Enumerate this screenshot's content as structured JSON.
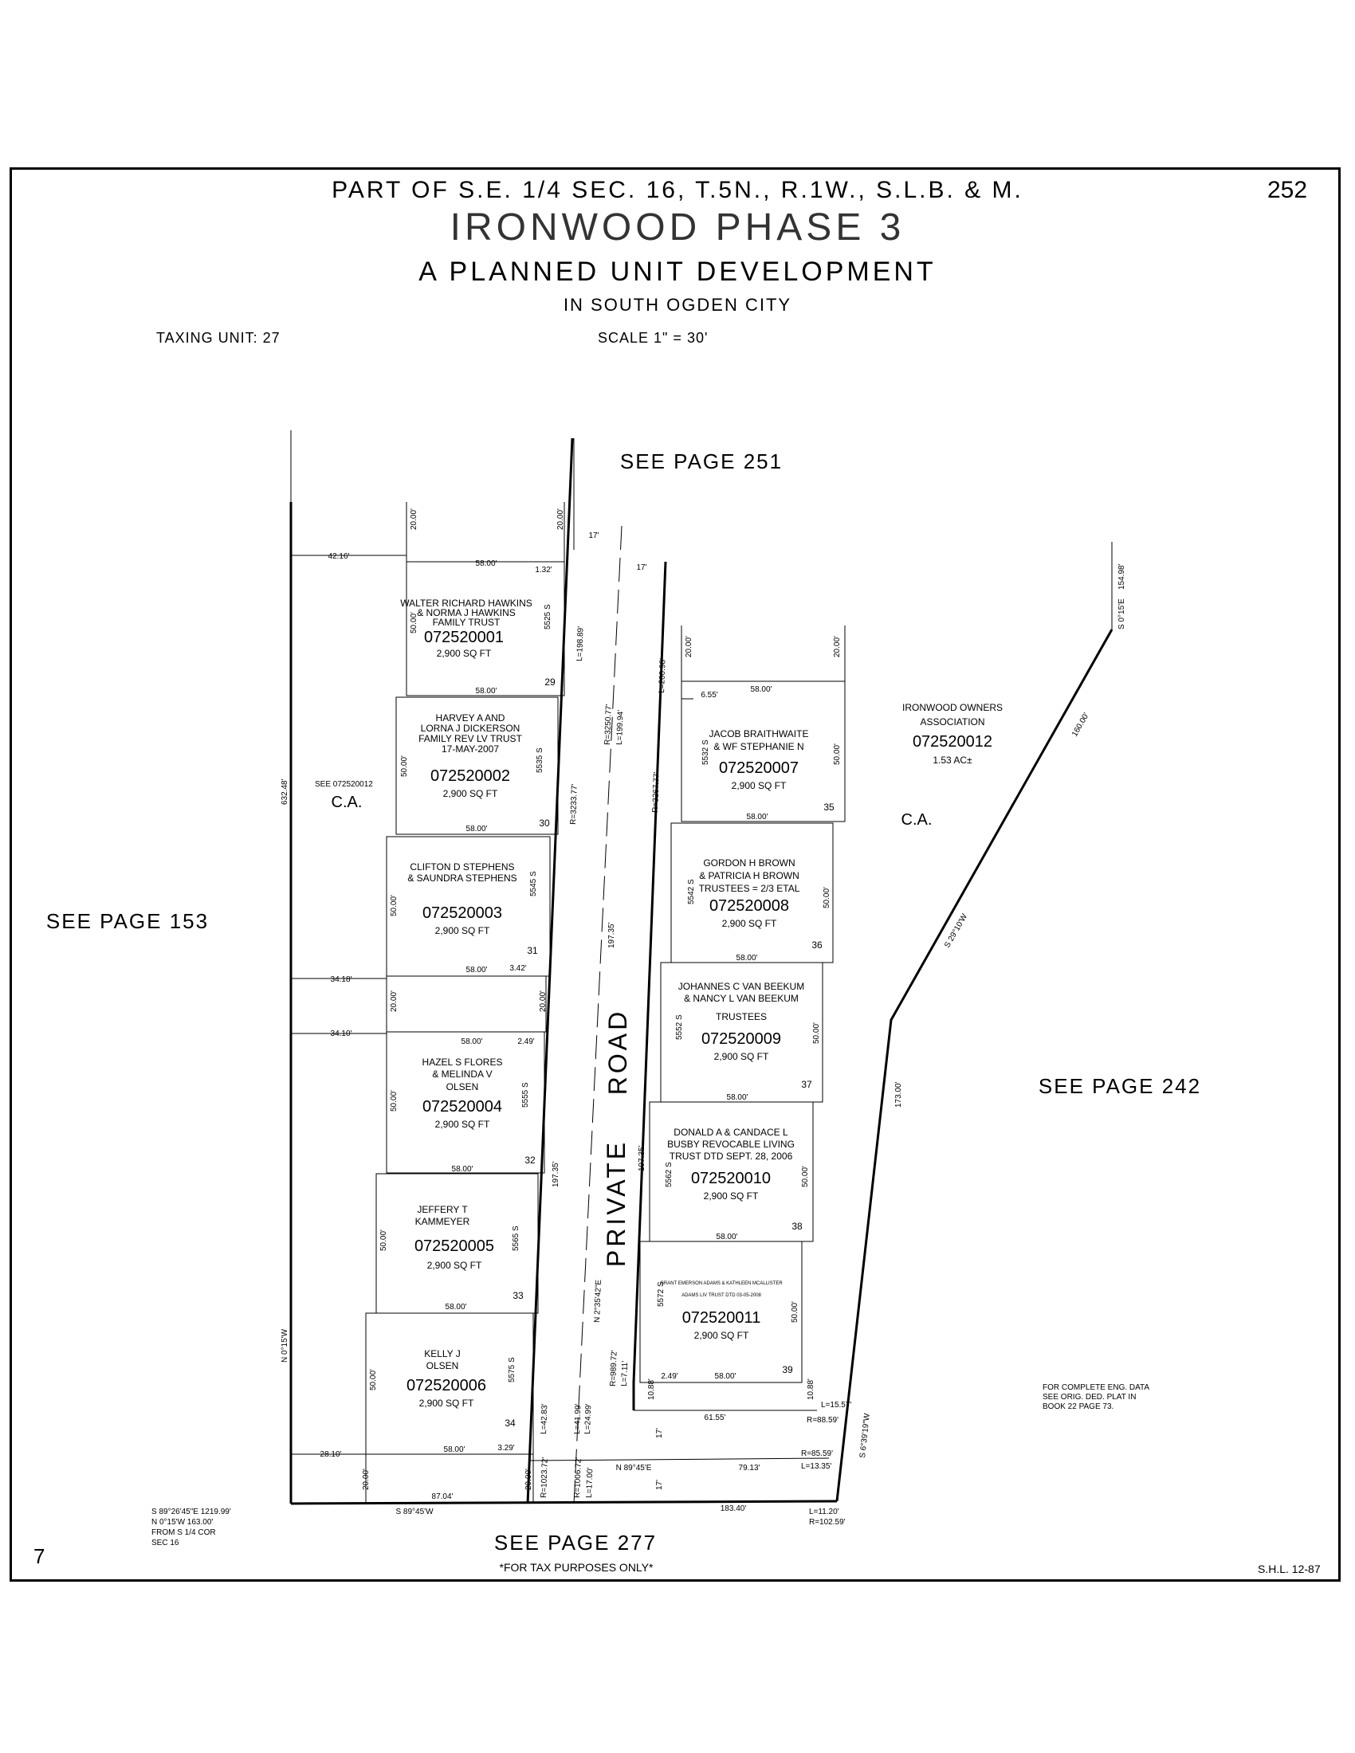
{
  "header": {
    "line1": "PART OF S.E. 1/4 SEC. 16, T.5N., R.1W., S.L.B. & M.",
    "line2": "IRONWOOD PHASE 3",
    "line3": "A PLANNED UNIT DEVELOPMENT",
    "line4": "IN SOUTH OGDEN CITY",
    "page_number": "252",
    "taxing_unit": "TAXING UNIT: 27",
    "scale": "SCALE 1\" = 30'"
  },
  "references": {
    "top": "SEE PAGE 251",
    "left": "SEE PAGE 153",
    "right": "SEE PAGE 242",
    "bottom": "SEE PAGE 277"
  },
  "road": {
    "word1": "PRIVATE",
    "word2": "ROAD"
  },
  "lots": [
    {
      "num": "29",
      "owner": [
        "WALTER RICHARD HAWKINS",
        "& NORMA J HAWKINS",
        "FAMILY TRUST"
      ],
      "parcel": "072520001",
      "area": "2,900 SQ FT",
      "address": "5525 S"
    },
    {
      "num": "30",
      "owner": [
        "HARVEY A AND",
        "LORNA J DICKERSON",
        "FAMILY REV LV TRUST",
        "17-MAY-2007"
      ],
      "parcel": "072520002",
      "area": "2,900 SQ FT",
      "address": "5535 S"
    },
    {
      "num": "31",
      "owner": [
        "CLIFTON D STEPHENS",
        "& SAUNDRA STEPHENS"
      ],
      "parcel": "072520003",
      "area": "2,900 SQ FT",
      "address": "5545 S"
    },
    {
      "num": "32",
      "owner": [
        "HAZEL S FLORES",
        "& MELINDA V",
        "OLSEN"
      ],
      "parcel": "072520004",
      "area": "2,900 SQ FT",
      "address": "5555 S"
    },
    {
      "num": "33",
      "owner": [
        "JEFFERY T",
        "KAMMEYER"
      ],
      "parcel": "072520005",
      "area": "2,900 SQ FT",
      "address": "5565 S"
    },
    {
      "num": "34",
      "owner": [
        "KELLY J",
        "OLSEN"
      ],
      "parcel": "072520006",
      "area": "2,900 SQ FT",
      "address": "5575 S"
    },
    {
      "num": "35",
      "owner": [
        "JACOB BRAITHWAITE",
        "& WF STEPHANIE N"
      ],
      "parcel": "072520007",
      "area": "2,900 SQ FT",
      "address": "5532 S"
    },
    {
      "num": "36",
      "owner": [
        "GORDON H BROWN",
        "& PATRICIA H BROWN",
        "TRUSTEES = 2/3 ETAL"
      ],
      "parcel": "072520008",
      "area": "2,900 SQ FT",
      "address": "5542 S"
    },
    {
      "num": "37",
      "owner": [
        "JOHANNES C VAN BEEKUM",
        "& NANCY L VAN BEEKUM",
        "TRUSTEES"
      ],
      "parcel": "072520009",
      "area": "2,900 SQ FT",
      "address": "5552 S"
    },
    {
      "num": "38",
      "owner": [
        "DONALD A & CANDACE L",
        "BUSBY REVOCABLE LIVING",
        "TRUST DTD SEPT. 28, 2006"
      ],
      "parcel": "072520010",
      "area": "2,900 SQ FT",
      "address": "5562 S"
    },
    {
      "num": "39",
      "owner": [
        "GRANT EMERSON ADAMS & KATHLEEN MCALLISTER",
        "ADAMS LIV TRUST DTD 03-05-2008"
      ],
      "parcel": "072520011",
      "area": "2,900 SQ FT",
      "address": "5572 S"
    }
  ],
  "common_area": {
    "owner1": "IRONWOOD OWNERS",
    "owner2": "ASSOCIATION",
    "parcel": "072520012",
    "area": "1.53 AC±",
    "ca_label": "C.A.",
    "see_note": "SEE 072520012"
  },
  "dimensions": {
    "lot_width": "58.00'",
    "lot_depth": "50.00'",
    "setback": "20.00'",
    "d_42_16": "42.16'",
    "d_1_32": "1.32'",
    "d_34_18": "34.18'",
    "d_34_10": "34.10'",
    "d_3_42": "3.42'",
    "d_2_49": "2.49'",
    "d_28_10": "28.10'",
    "d_3_29": "3.29'",
    "d_6_55": "6.55'",
    "d_17": "17'",
    "d_632_48": "632.48'",
    "d_87_04": "87.04'",
    "d_183_40": "183.40'",
    "d_79_13": "79.13'",
    "d_61_55": "61.55'",
    "d_10_88": "10.88'",
    "d_173_00": "173.00'",
    "d_160_00": "160.00'",
    "d_154_98": "154.98'",
    "d_197_35": "197.35'",
    "arc_198_89": "L=198.89'",
    "arc_3233_77": "R=3233.77'",
    "arc_3250_77": "R=3250.77'",
    "arc_199_94": "L=199.94'",
    "arc_200_98": "L=200.98'",
    "arc_3267_77": "R=3267.77'",
    "arc_42_83": "L=42.83'",
    "arc_1023_72": "R=1023.72'",
    "arc_41_99": "L=41.99'",
    "arc_24_99": "L=24.99'",
    "arc_1006_72": "R=1006.72'",
    "arc_17_00": "L=17.00'",
    "arc_989_72": "R=989.72'",
    "arc_7_11": "L=7.11'",
    "arc_15_57": "L=15.57'",
    "arc_88_59": "R=88.59'",
    "arc_85_59": "R=85.59'",
    "arc_13_35": "L=13.35'",
    "arc_11_20": "L=11.20'",
    "arc_102_59": "R=102.59'",
    "bear_n_215": "N 0°15'W",
    "bear_s_215": "S 0°15'E",
    "bear_s_29": "S 29°10'W",
    "bear_s_6": "S 6°39'19\"W",
    "bear_s_89_45": "S 89°45'W",
    "bear_n_89_45": "N 89°45'E",
    "bear_n_2": "N 2°35'42\"E"
  },
  "notes": {
    "tie1": "S 89°26'45\"E 1219.99'",
    "tie2": "N 0°15'W 163.00'",
    "tie3": "FROM S 1/4 COR",
    "tie4": "SEC 16",
    "eng1": "FOR COMPLETE ENG. DATA",
    "eng2": "SEE ORIG. DED. PLAT IN",
    "eng3": "BOOK 22 PAGE 73.",
    "tax": "*FOR TAX PURPOSES ONLY*",
    "initials": "S.H.L. 12-87",
    "corner": "7"
  }
}
